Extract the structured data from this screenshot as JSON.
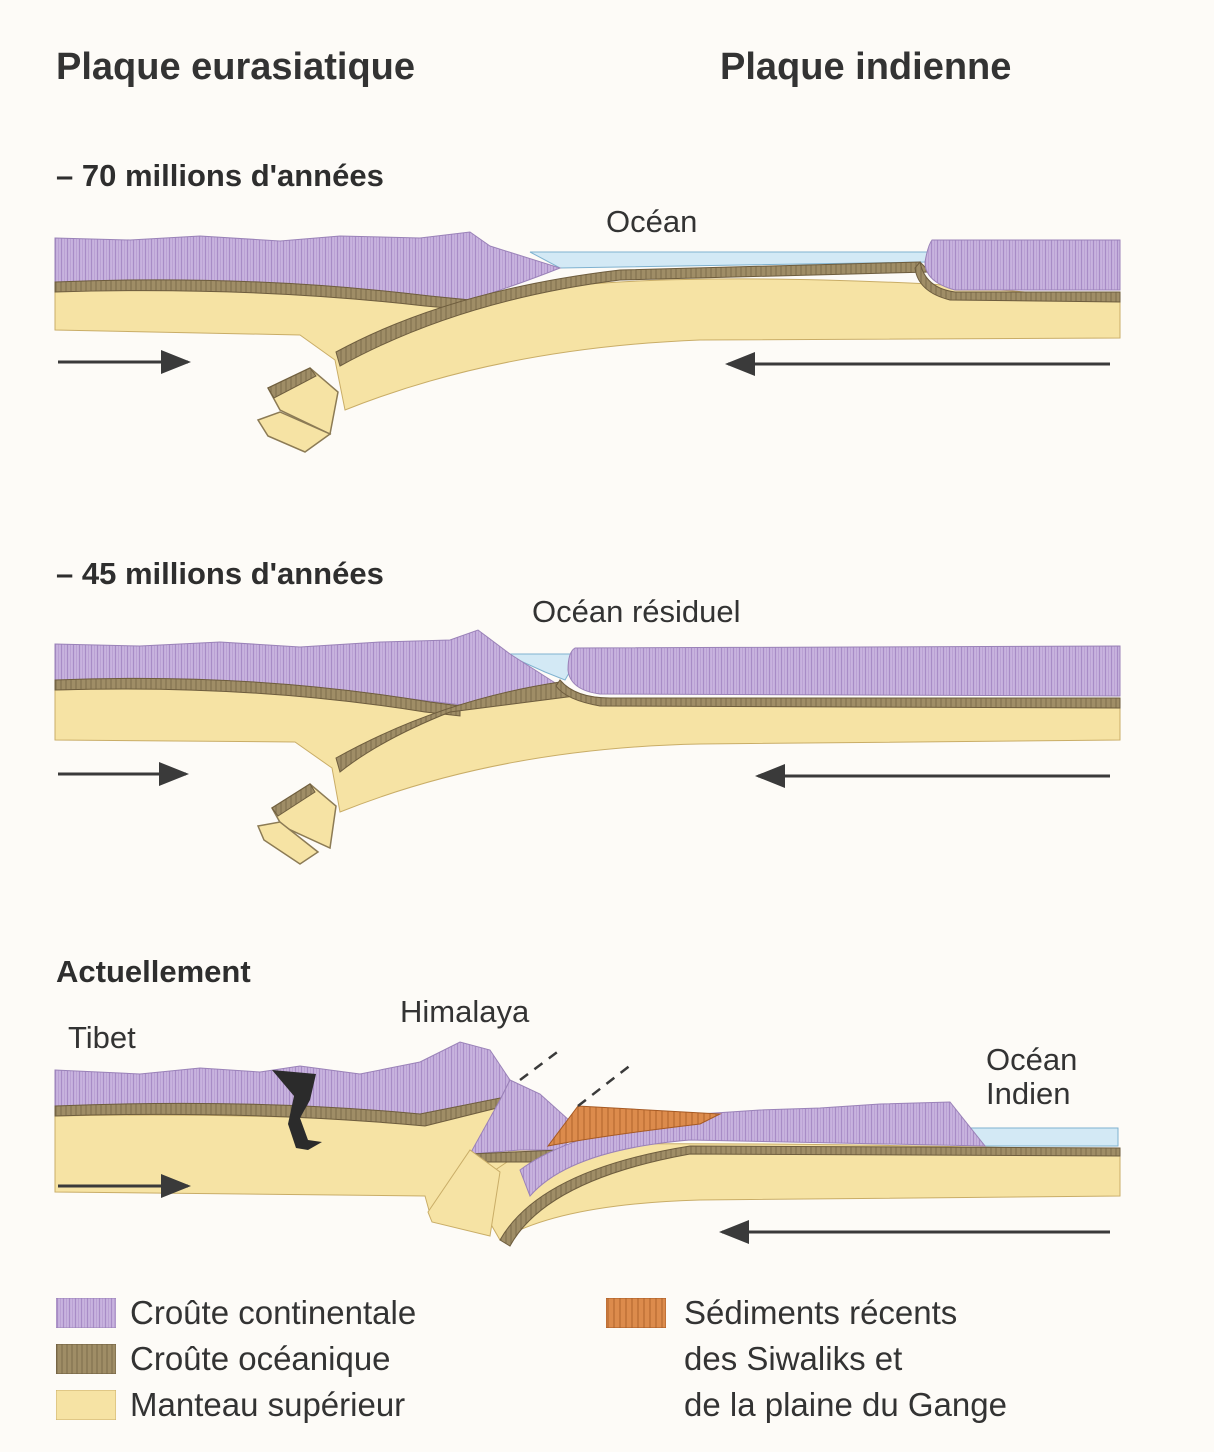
{
  "headers": {
    "left_plate": "Plaque eurasiatique",
    "right_plate": "Plaque indienne"
  },
  "panels": [
    {
      "era": "– 70 millions d'années",
      "labels": [
        "Océan"
      ]
    },
    {
      "era": "– 45 millions d'années",
      "labels": [
        "Océan résiduel"
      ]
    },
    {
      "era": "Actuellement",
      "labels": [
        "Himalaya",
        "Tibet",
        "Océan",
        "Indien"
      ]
    }
  ],
  "legend": {
    "continental": "Croûte continentale",
    "oceanic": "Croûte océanique",
    "mantle": "Manteau supérieur",
    "sediments_line1": "Sédiments récents",
    "sediments_line2": "des Siwaliks et",
    "sediments_line3": "de la plaine du Gange"
  },
  "colors": {
    "continental_crust": "#c4aedb",
    "oceanic_crust": "#9c8a64",
    "upper_mantle": "#f6e3a4",
    "sediments": "#d9884a",
    "ocean_water": "#d3e9f5",
    "arrow": "#3a3a3a"
  }
}
